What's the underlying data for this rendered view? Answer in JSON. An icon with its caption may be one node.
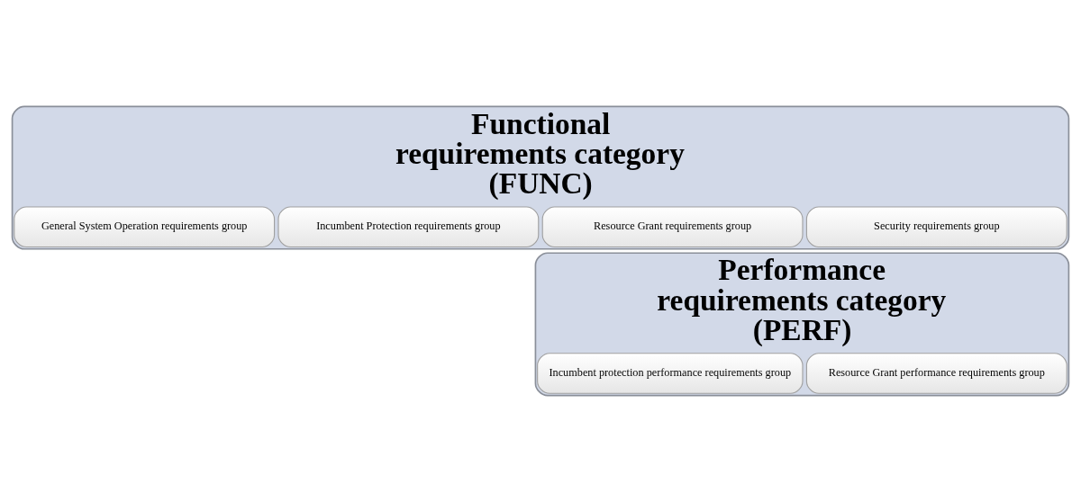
{
  "diagram": {
    "nodes": [
      {
        "text": [
          "Functional requirements category (FUNC)"
        ]
      },
      {
        "text": [
          "General System Operation requirements group"
        ],
        "in": 0
      },
      {
        "text": [
          "Incumbent Protection requirements group"
        ],
        "in": 0
      },
      {
        "text": [
          "Resource Grant requirements group"
        ],
        "in": 0
      },
      {
        "text": [
          "Security requirements group"
        ],
        "in": 0
      },
      {
        "text": [
          "Performance requirements category (PERF)"
        ]
      },
      {
        "text": [
          "Incumbent protection performance requirements group"
        ],
        "in": 5
      },
      {
        "text": [
          "Resource Grant performance requirements group"
        ],
        "in": 5
      }
    ]
  }
}
